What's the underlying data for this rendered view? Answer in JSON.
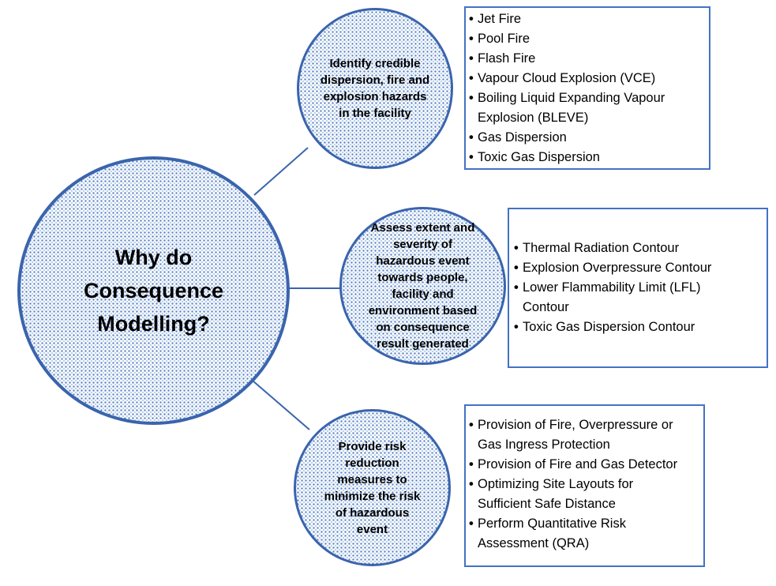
{
  "page_title": "Why do Consequence Modelling?",
  "colors": {
    "circle_border": "#3A64AD",
    "box_border": "#4472C4",
    "connector": "#3A64AD",
    "dot_pattern": "#5B84C4",
    "text": "#000000"
  },
  "center_circle": {
    "text": "Why do\nConsequence\nModelling?"
  },
  "nodes": [
    {
      "circle_text": "Identify credible\ndispersion, fire and\nexplosion hazards\nin the facility",
      "items": [
        "Jet Fire",
        "Pool Fire",
        "Flash Fire",
        "Vapour Cloud Explosion (VCE)",
        "Boiling Liquid Expanding Vapour\nExplosion (BLEVE)",
        "Gas Dispersion",
        "Toxic Gas Dispersion"
      ]
    },
    {
      "circle_text": "Assess extent and\nseverity of\nhazardous event\ntowards people,\nfacility and\nenvironment based\non consequence\nresult generated",
      "items": [
        "Thermal Radiation Contour",
        "Explosion Overpressure Contour",
        "Lower Flammability Limit (LFL)\nContour",
        "Toxic Gas Dispersion Contour"
      ]
    },
    {
      "circle_text": "Provide risk\nreduction\nmeasures to\nminimize the risk\nof hazardous\nevent",
      "items": [
        "Provision of Fire, Overpressure or\nGas Ingress Protection",
        "Provision of Fire and Gas Detector",
        "Optimizing Site Layouts for\nSufficient Safe Distance",
        "Perform Quantitative Risk\nAssessment (QRA)"
      ]
    }
  ]
}
